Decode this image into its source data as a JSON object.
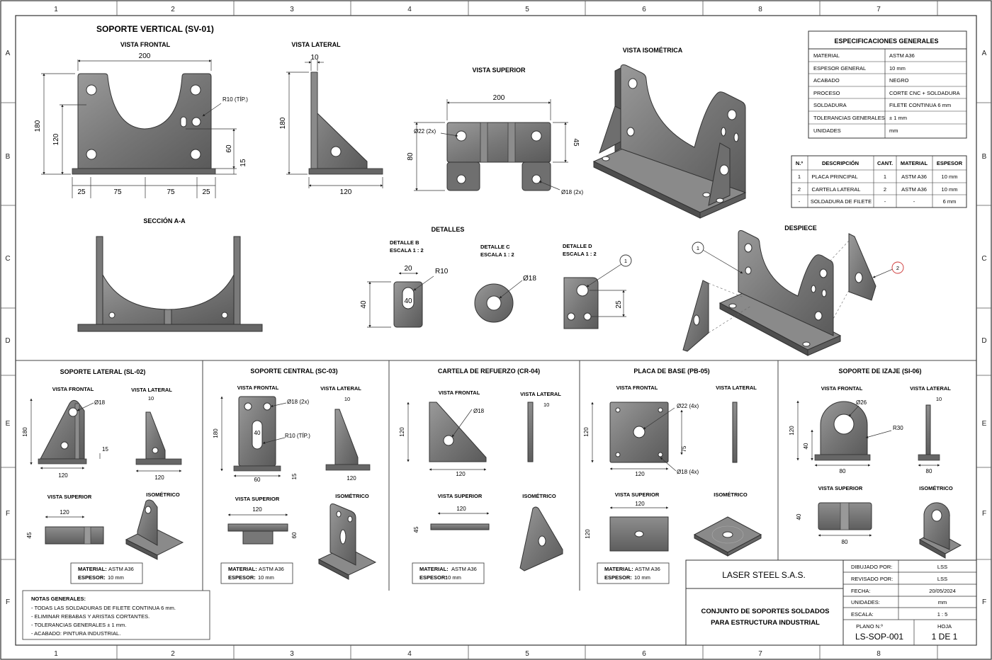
{
  "border": {
    "cols_top": [
      "1",
      "2",
      "3",
      "4",
      "5",
      "6",
      "8",
      "7"
    ],
    "cols_bottom": [
      "1",
      "2",
      "3",
      "4",
      "5",
      "6",
      "7",
      "8"
    ],
    "rows": [
      "A",
      "B",
      "C",
      "D",
      "E",
      "F"
    ]
  },
  "sv01": {
    "title": "SOPORTE VERTICAL  (SV-01)",
    "frontal": {
      "label": "VISTA FRONTAL",
      "w": "200",
      "h180": "180",
      "h120": "120",
      "h60": "60",
      "h15": "15",
      "r10": "R10 (TÍP.)",
      "d25a": "25",
      "d75a": "75",
      "d75b": "75",
      "d25b": "25"
    },
    "lateral": {
      "label": "VISTA LATERAL",
      "w10": "10",
      "h180": "180",
      "w120": "120"
    },
    "superior": {
      "label": "VISTA SUPERIOR",
      "w200": "200",
      "d22": "Ø22 (2x)",
      "h80": "80",
      "h45": "45",
      "d18": "Ø18 (2x)"
    },
    "iso": {
      "label": "VISTA ISOMÉTRICA"
    },
    "seccion": {
      "label": "SECCIÓN A-A"
    },
    "detalles": {
      "label": "DETALLES",
      "b": {
        "label": "DETALLE B",
        "scale": "ESCALA 1 : 2",
        "w20": "20",
        "r10": "R10",
        "h40": "40",
        "in40": "40"
      },
      "c": {
        "label": "DETALLE C",
        "scale": "ESCALA 1 : 2",
        "d18": "Ø18"
      },
      "d": {
        "label": "DETALLE D",
        "scale": "ESCALA 1 : 2",
        "h25": "25",
        "balloon": "1"
      }
    },
    "despiece": {
      "label": "DESPIECE",
      "b1": "1",
      "b2": "2"
    }
  },
  "specs": {
    "title": "ESPECIFICACIONES GENERALES",
    "rows": [
      [
        "MATERIAL",
        "ASTM A36"
      ],
      [
        "ESPESOR GENERAL",
        "10 mm"
      ],
      [
        "ACABADO",
        "NEGRO"
      ],
      [
        "PROCESO",
        "CORTE CNC + SOLDADURA"
      ],
      [
        "SOLDADURA",
        "FILETE CONTINUA 6 mm"
      ],
      [
        "TOLERANCIAS GENERALES",
        "± 1 mm"
      ],
      [
        "UNIDADES",
        "mm"
      ]
    ]
  },
  "bom": {
    "headers": [
      "N.º",
      "DESCRIPCIÓN",
      "CANT.",
      "MATERIAL",
      "ESPESOR"
    ],
    "rows": [
      [
        "1",
        "PLACA PRINCIPAL",
        "1",
        "ASTM A36",
        "10 mm"
      ],
      [
        "2",
        "CARTELA LATERAL",
        "2",
        "ASTM A36",
        "10 mm"
      ],
      [
        "-",
        "SOLDADURA DE FILETE",
        "-",
        "-",
        "6 mm"
      ]
    ]
  },
  "sl02": {
    "title": "SOPORTE LATERAL  (SL-02)",
    "vf": "VISTA FRONTAL",
    "vl": "VISTA LATERAL",
    "vs": "VISTA SUPERIOR",
    "iso": "ISOMÉTRICO",
    "d18": "Ø18",
    "h180": "180",
    "w120": "120",
    "h15": "15",
    "l10": "10",
    "l120": "120",
    "s120": "120",
    "s45": "45",
    "mat_label": "MATERIAL:",
    "mat": "ASTM A36",
    "esp_label": "ESPESOR:",
    "esp": "10 mm"
  },
  "sc03": {
    "title": "SOPORTE CENTRAL  (SC-03)",
    "vf": "VISTA FRONTAL",
    "vl": "VISTA LATERAL",
    "vs": "VISTA SUPERIOR",
    "iso": "ISOMÉTRICO",
    "d18": "Ø18 (2x)",
    "r10": "R10 (TÍP.)",
    "w40": "40",
    "h180": "180",
    "w60": "60",
    "h15": "15",
    "l10": "10",
    "l120": "120",
    "s120": "120",
    "s60": "60",
    "mat_label": "MATERIAL:",
    "mat": "ASTM A36",
    "esp_label": "ESPESOR:",
    "esp": "10 mm"
  },
  "cr04": {
    "title": "CARTELA DE REFUERZO (CR-04)",
    "vf": "VISTA FRONTAL",
    "vl": "VISTA LATERAL",
    "vs": "VISTA SUPERIOR",
    "iso": "ISOMÉTRICO",
    "d18": "Ø18",
    "h120": "120",
    "w120": "120",
    "l10": "10",
    "s120": "120",
    "s45": "45",
    "mat_label": "MATERIAL:",
    "mat": "ASTM A36",
    "esp_label": "ESPESOR:",
    "esp": "10 mm"
  },
  "pb05": {
    "title": "PLACA DE BASE  (PB-05)",
    "vf": "VISTA FRONTAL",
    "vl": "VISTA LATERAL",
    "vs": "VISTA SUPERIOR",
    "iso": "ISOMÉTRICO",
    "d22": "Ø22 (4x)",
    "d18": "Ø18 (4x)",
    "h120": "120",
    "w120": "120",
    "h75": "75",
    "s120": "120",
    "s120h": "120",
    "mat_label": "MATERIAL:",
    "mat": "ASTM A36",
    "esp_label": "ESPESOR:",
    "esp": "10 mm"
  },
  "si06": {
    "title": "SOPORTE DE IZAJE  (SI-06)",
    "vf": "VISTA FRONTAL",
    "vl": "VISTA LATERAL",
    "vs": "VISTA SUPERIOR",
    "iso": "ISOMÉTRICO",
    "d26": "Ø26",
    "r30": "R30",
    "h120": "120",
    "h40": "40",
    "w80": "80",
    "l10": "10",
    "l80": "80",
    "s40": "40",
    "s80": "80"
  },
  "notes": {
    "title": "NOTAS GENERALES:",
    "items": [
      "- TODAS LAS SOLDADURAS DE FILETE CONTINUA 6 mm.",
      "- ELIMINAR REBABAS Y ARISTAS CORTANTES.",
      "- TOLERANCIAS GENERALES ± 1 mm.",
      "- ACABADO: PINTURA INDUSTRIAL."
    ]
  },
  "titleblock": {
    "company": "LASER STEEL S.A.S.",
    "desc1": "CONJUNTO DE SOPORTES SOLDADOS",
    "desc2": "PARA ESTRUCTURA INDUSTRIAL",
    "rows": [
      [
        "DIBUJADO POR:",
        "LSS"
      ],
      [
        "REVISADO POR:",
        "LSS"
      ],
      [
        "FECHA:",
        "20/05/2024"
      ],
      [
        "UNIDADES:",
        "mm"
      ],
      [
        "ESCALA:",
        "1 : 5"
      ]
    ],
    "plano_label": "PLANO N.º",
    "plano": "LS-SOP-001",
    "hoja_label": "HOJA",
    "hoja": "1 DE 1"
  },
  "colors": {
    "steel": "#7c7c7c",
    "steel_dark": "#4e4e4e",
    "steel_light": "#a8a8a8",
    "line": "#222222"
  }
}
